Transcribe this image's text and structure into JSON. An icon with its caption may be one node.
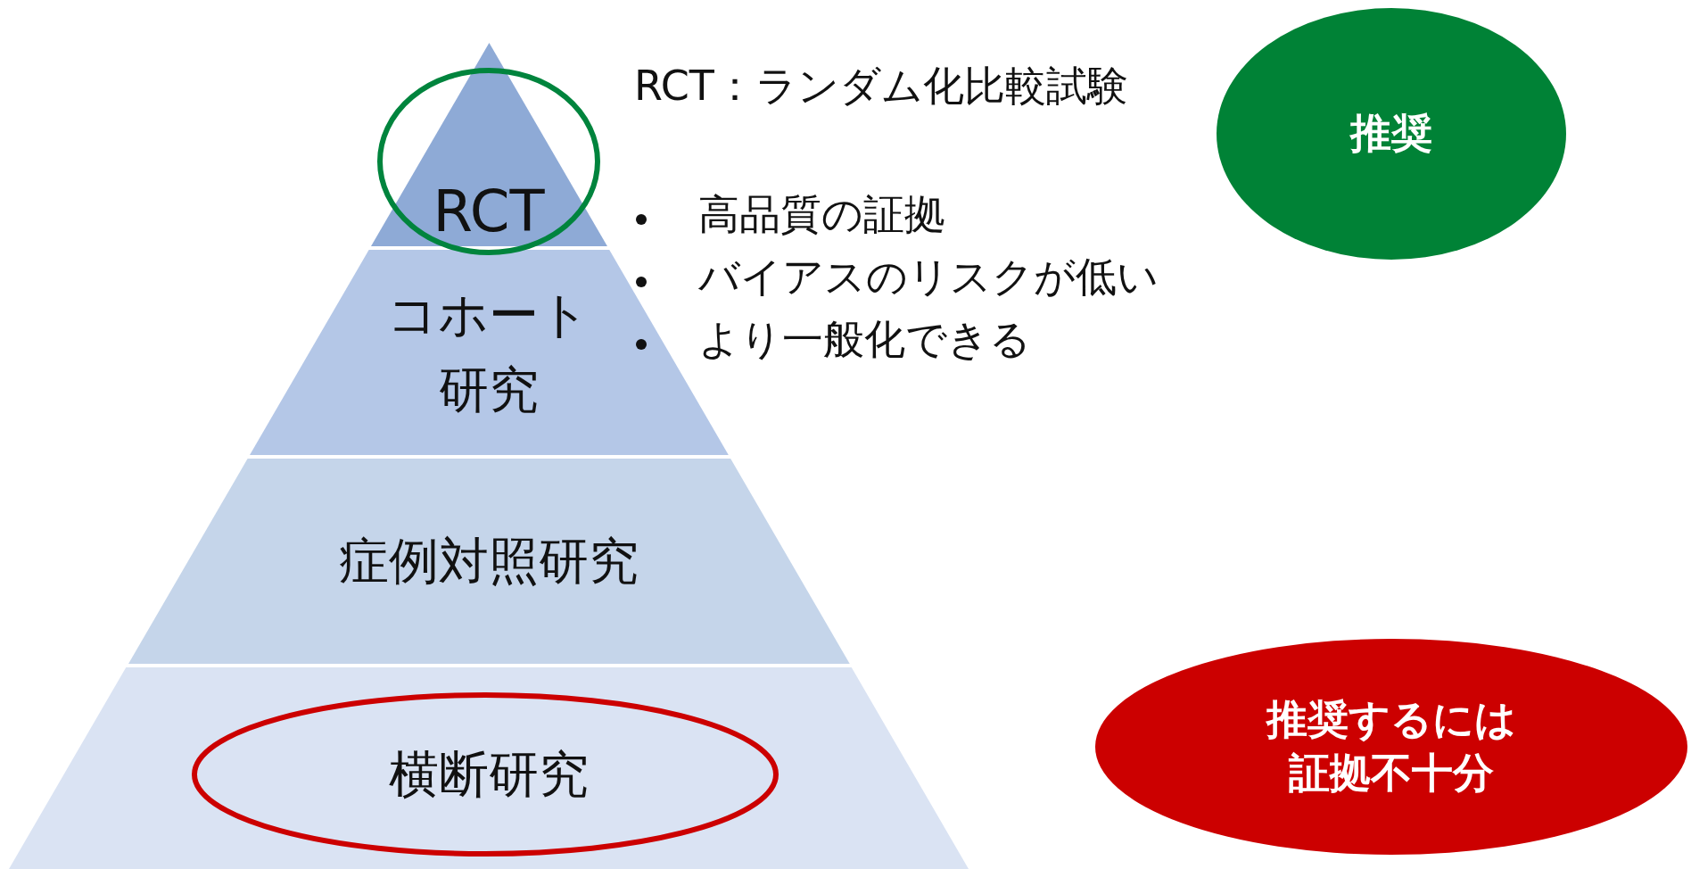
{
  "diagram": {
    "nodes": [
      {
        "text": [
          "RCT"
        ]
      },
      {
        "text": [
          "コホート研究"
        ]
      },
      {
        "text": [
          "症例対照研究"
        ]
      },
      {
        "text": [
          "横断研究"
        ]
      },
      {
        "text": [
          "推奨"
        ]
      },
      {
        "text": [
          "推奨するには証拠不十分"
        ]
      }
    ],
    "edges": [],
    "labels": [
      "RCT：ランダム化比較試験",
      "高品質の証拠",
      "バイアスのリスクが低い",
      "より一般化できる"
    ]
  }
}
